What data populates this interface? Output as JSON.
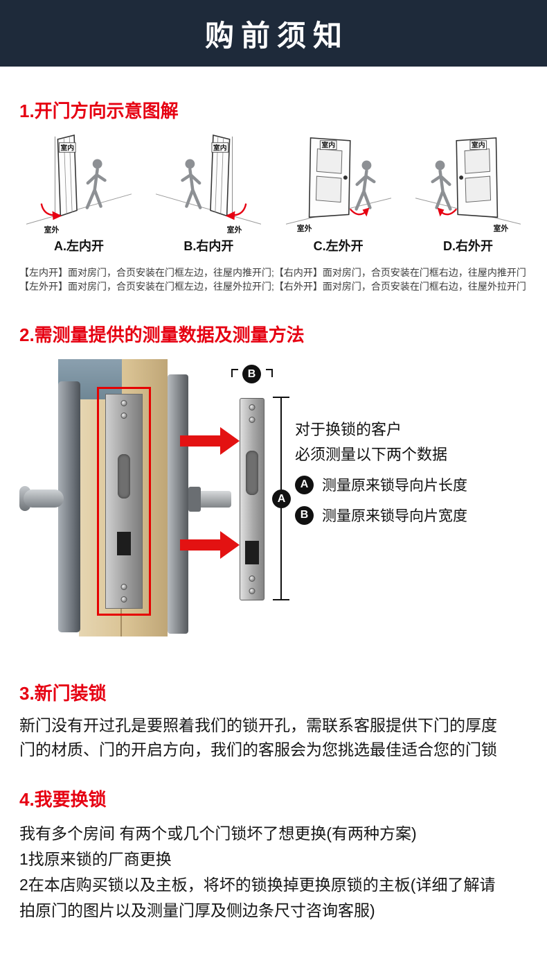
{
  "colors": {
    "header_bg": "#1e2a3a",
    "heading_red": "#e60012",
    "highlight_red": "#e60000",
    "arrow_red": "#e31212"
  },
  "header": {
    "title": "购前须知"
  },
  "section1": {
    "heading": "1.开门方向示意图解",
    "doors": [
      {
        "label": "A.左内开",
        "indoor": "室内",
        "outdoor": "室外"
      },
      {
        "label": "B.右内开",
        "indoor": "室内",
        "outdoor": "室外"
      },
      {
        "label": "C.左外开",
        "indoor": "室内",
        "outdoor": "室外"
      },
      {
        "label": "D.右外开",
        "indoor": "室内",
        "outdoor": "室外"
      }
    ],
    "notes": [
      "【左内开】面对房门，合页安装在门框左边，往屋内推开门;【右内开】面对房门，合页安装在门框右边，往屋内推开门",
      "【左外开】面对房门，合页安装在门框左边，往屋外拉开门;【右外开】面对房门，合页安装在门框右边，往屋外拉开门"
    ]
  },
  "section2": {
    "heading": "2.需测量提供的测量数据及测量方法",
    "diagram": {
      "badge_a": "A",
      "badge_b": "B",
      "intro_line1": "对于换锁的客户",
      "intro_line2": "必须测量以下两个数据",
      "measure_a": "测量原来锁导向片长度",
      "measure_b": "测量原来锁导向片宽度"
    }
  },
  "section3": {
    "heading": "3.新门装锁",
    "lines": [
      "新门没有开过孔是要照着我们的锁开孔，需联系客服提供下门的厚度",
      "门的材质、门的开启方向，我们的客服会为您挑选最佳适合您的门锁"
    ]
  },
  "section4": {
    "heading": "4.我要换锁",
    "lines": [
      "我有多个房间 有两个或几个门锁坏了想更换(有两种方案)",
      "1找原来锁的厂商更换",
      "2在本店购买锁以及主板，将坏的锁换掉更换原锁的主板(详细了解请",
      "拍原门的图片以及测量门厚及侧边条尺寸咨询客服)"
    ]
  }
}
